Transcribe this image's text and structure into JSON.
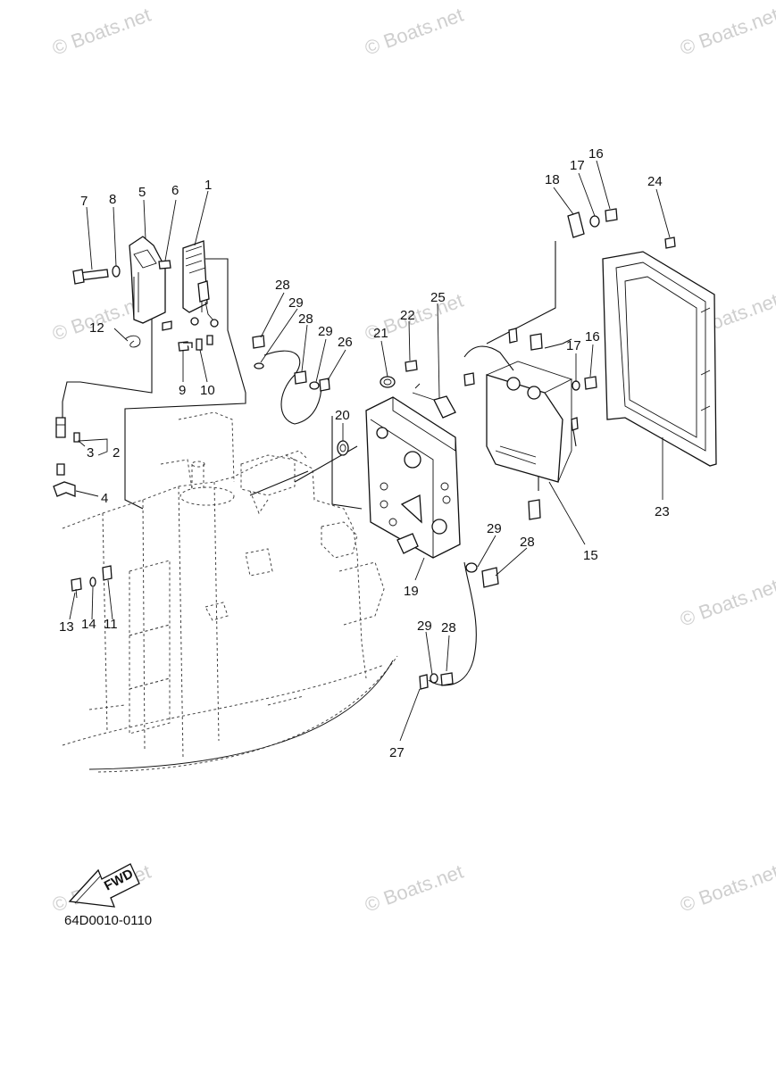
{
  "diagram": {
    "drawing_code": "64D0010-0110",
    "fwd_label": "FWD",
    "watermarks": [
      "© Boats.net",
      "© Boats.net",
      "© Boats.net",
      "© Boats.net",
      "© Boats.net",
      "© Boats.net",
      "© Boats.net",
      "© Boats.net",
      "© Boats.net",
      "© Boats.net"
    ],
    "callouts": [
      "7",
      "8",
      "5",
      "6",
      "1",
      "12",
      "9",
      "10",
      "3",
      "2",
      "4",
      "13",
      "14",
      "11",
      "28",
      "29",
      "28",
      "29",
      "26",
      "20",
      "21",
      "22",
      "25",
      "18",
      "17",
      "16",
      "24",
      "17",
      "16",
      "23",
      "15",
      "19",
      "29",
      "28",
      "29",
      "28",
      "27"
    ]
  }
}
